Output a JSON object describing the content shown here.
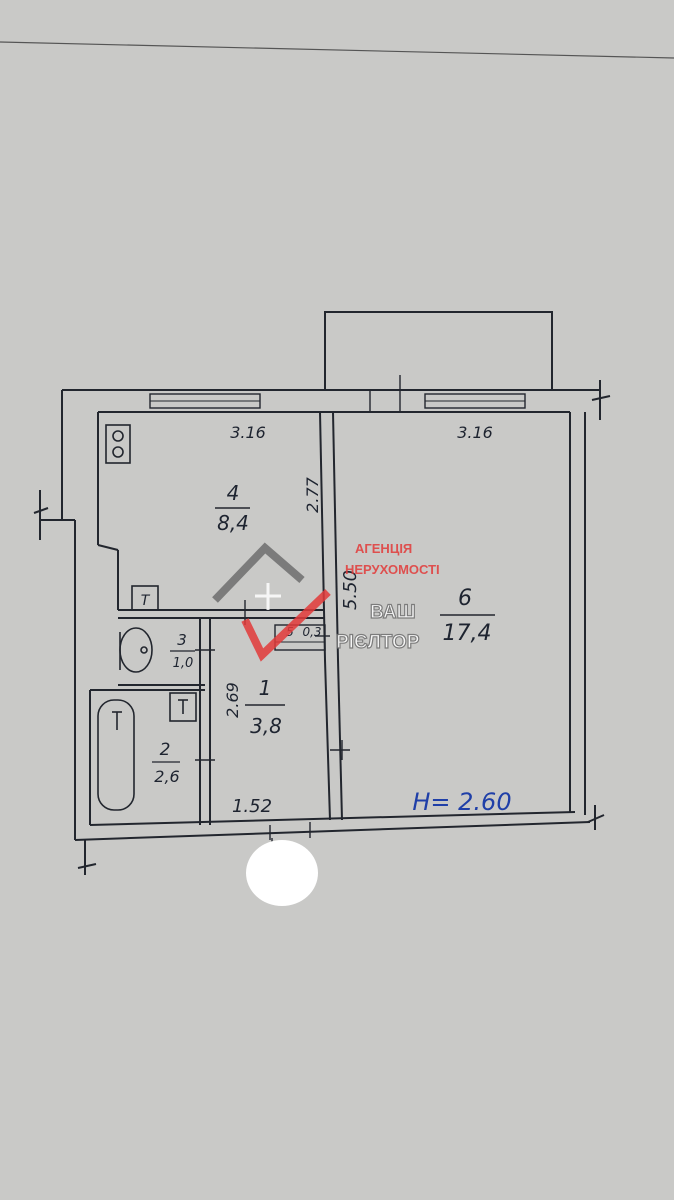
{
  "plan": {
    "ceiling_height": "H= 2.60",
    "dims": {
      "room4_width": "3.16",
      "room6_width": "3.16",
      "room4_depth": "2.77",
      "room6_depth": "5.50",
      "corridor_length": "2.69",
      "corridor_width": "1.52"
    },
    "rooms": [
      {
        "id": "1",
        "area": "3,8"
      },
      {
        "id": "2",
        "area": "2,6"
      },
      {
        "id": "3",
        "area": "1,0"
      },
      {
        "id": "4",
        "area": "8,4"
      },
      {
        "id": "5",
        "area": "0,3"
      },
      {
        "id": "6",
        "area": "17,4"
      }
    ],
    "fixture_marks": {
      "toilet_tank": "T"
    }
  },
  "watermark": {
    "line1": "АГЕНЦІЯ",
    "line2": "НЕРУХОМОСТІ",
    "line3": "ВАШ",
    "line4": "РІЄЛТОР",
    "accent": "#e23a3a",
    "ink": "#6e6e6e"
  },
  "colors": {
    "paper": "#c9c9c7",
    "ink": "#22262e",
    "ceiling_ink": "#1f3fa8"
  }
}
